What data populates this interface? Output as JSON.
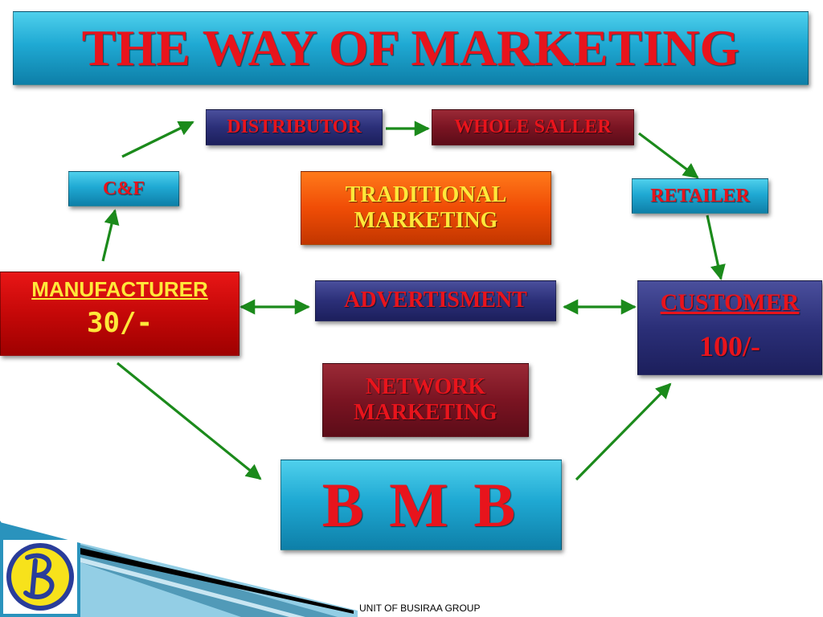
{
  "title": "THE WAY OF MARKETING",
  "nodes": {
    "distributor": "DISTRIBUTOR",
    "wholesaler": "WHOLE SALLER",
    "cf": "C&F",
    "retailer": "RETAILER",
    "traditional": [
      "TRADITIONAL",
      "MARKETING"
    ],
    "advertisment": "ADVERTISMENT",
    "network": [
      "NETWORK",
      "MARKETING"
    ],
    "manufacturer": {
      "label": "MANUFACTURER",
      "price": "30/-"
    },
    "customer": {
      "label": "CUSTOMER",
      "price": "100/-"
    },
    "bmb": "B M B"
  },
  "footer": "UNIT OF BUSIRAA GROUP",
  "colors": {
    "title_text": "#e8141c",
    "accent_teal": "#1fa9d3",
    "arrow": "#1b8a1b",
    "manufacturer_text": "#ffe83a",
    "traditional_text": "#ffe83a"
  },
  "icons": [
    "company-logo-icon"
  ]
}
